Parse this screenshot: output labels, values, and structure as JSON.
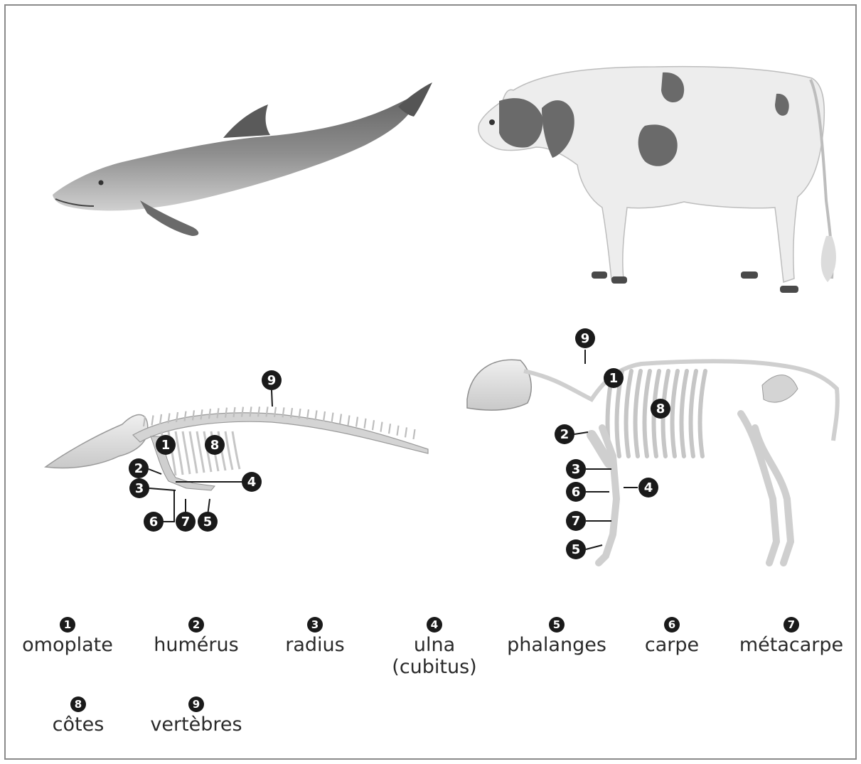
{
  "legend": [
    {
      "num": "1",
      "term": "omoplate"
    },
    {
      "num": "2",
      "term": "humérus"
    },
    {
      "num": "3",
      "term": "radius"
    },
    {
      "num": "4",
      "term": "ulna",
      "term2": "(cubitus)"
    },
    {
      "num": "5",
      "term": "phalanges"
    },
    {
      "num": "6",
      "term": "carpe"
    },
    {
      "num": "7",
      "term": "métacarpe"
    },
    {
      "num": "8",
      "term": "côtes"
    },
    {
      "num": "9",
      "term": "vertèbres"
    }
  ],
  "colors": {
    "frame": "#8a8a8a",
    "marker": "#1a1a1a",
    "bone": "#dcdcdc",
    "dolphin_dark": "#6e6e6e",
    "dolphin_light": "#bdbdbd",
    "cow_body": "#ececec",
    "cow_spot": "#6a6a6a"
  }
}
